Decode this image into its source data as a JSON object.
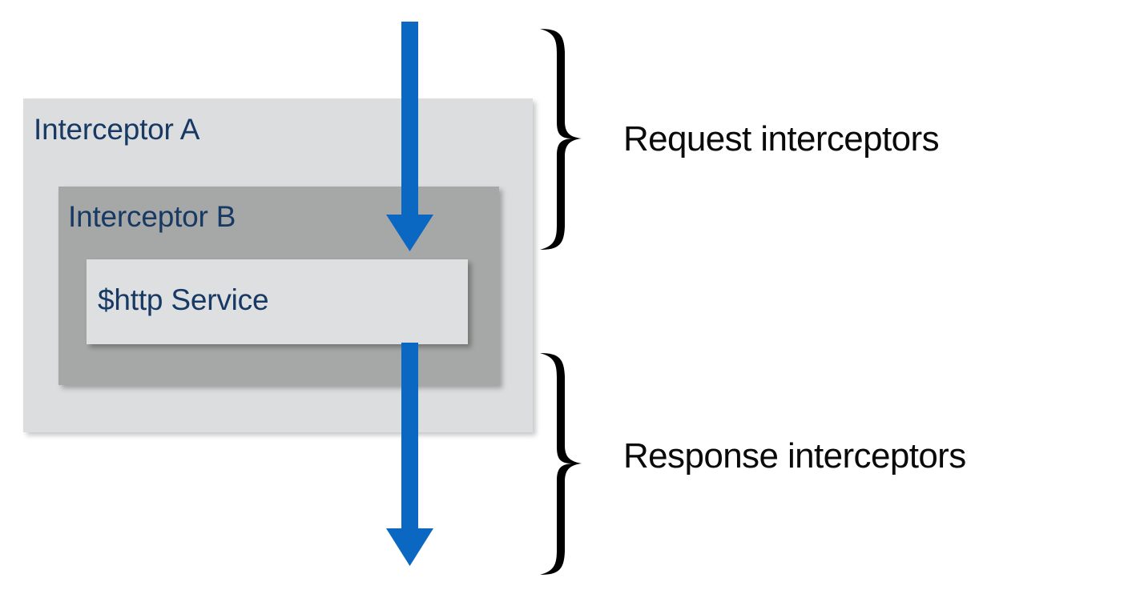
{
  "diagram": {
    "title": "AngularJS $http interceptor chain",
    "background_color": "#FFFFFF",
    "boxes": [
      {
        "id": "interceptor-a",
        "label": "Interceptor A",
        "fill": "#DCDDDE",
        "text_color": "#173963"
      },
      {
        "id": "interceptor-b",
        "label": "Interceptor B",
        "fill": "#A6A8A7",
        "text_color": "#173963"
      },
      {
        "id": "http-service",
        "label": "$http Service",
        "fill": "#DEDFE0",
        "text_color": "#173963"
      }
    ],
    "arrows": [
      {
        "id": "request-arrow",
        "direction": "down",
        "color": "#0A67C2",
        "from": "top of diagram",
        "to": "$http Service"
      },
      {
        "id": "response-arrow",
        "direction": "down",
        "color": "#0A67C2",
        "from": "$http Service",
        "to": "bottom of diagram"
      }
    ],
    "groups": [
      {
        "id": "request-group",
        "brace": "right-curly-brace",
        "label": "Request  interceptors",
        "label_color": "#0A0A0A"
      },
      {
        "id": "response-group",
        "brace": "right-curly-brace",
        "label": "Response  interceptors",
        "label_color": "#0A0A0A"
      }
    ]
  }
}
